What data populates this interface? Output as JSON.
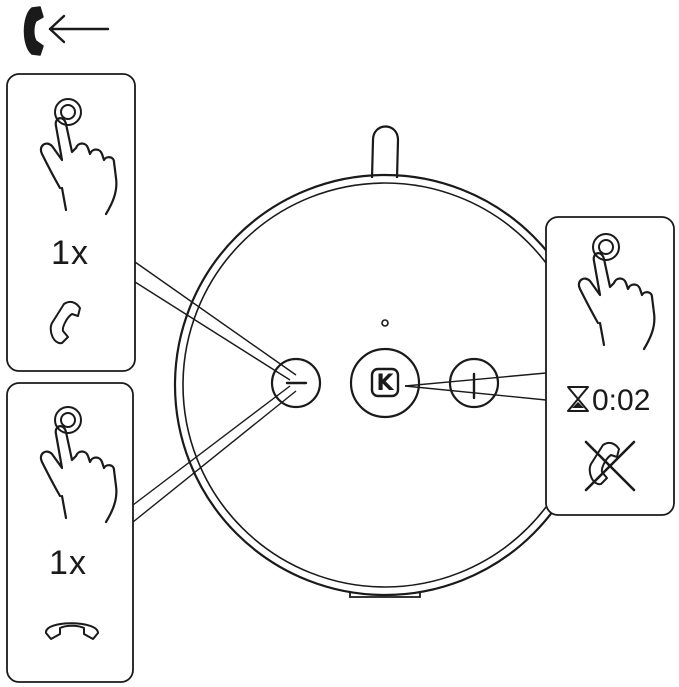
{
  "header": {
    "icon": "phone-incoming-icon",
    "arrow_icon": "arrow-left-icon"
  },
  "panels": {
    "answer": {
      "count_label": "1x",
      "gesture_icon": "tap-hand-icon",
      "result_icon": "phone-answer-icon"
    },
    "hangup": {
      "count_label": "1x",
      "gesture_icon": "tap-hand-icon",
      "result_icon": "phone-hangup-icon"
    },
    "reject": {
      "time_label": "0:02",
      "gesture_icon": "tap-hold-hand-icon",
      "timer_icon": "hourglass-icon",
      "result_icon": "phone-reject-icon"
    }
  },
  "device": {
    "buttons": {
      "minus": {
        "icon": "minus-icon"
      },
      "center": {
        "label": "K",
        "icon": "brand-logo-icon"
      },
      "plus": {
        "icon": "plus-icon"
      }
    },
    "indicator": "led-dot"
  },
  "colors": {
    "line": "#1a1a1a",
    "background": "#ffffff"
  }
}
